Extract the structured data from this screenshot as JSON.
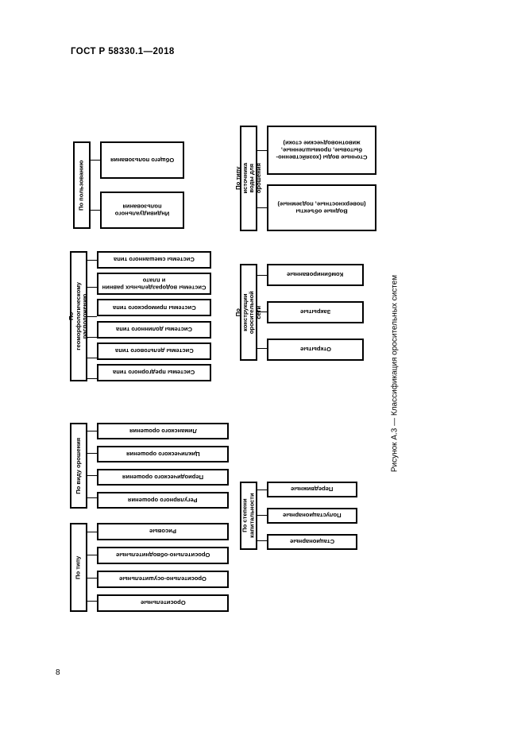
{
  "document": {
    "standard_header": "ГОСТ Р 58330.1—2018",
    "page_number": "8",
    "figure_caption": "Рисунок А.3 — Классификация оросительных систем"
  },
  "figure": {
    "groups": [
      {
        "id": "usage",
        "category": "По пользованию",
        "items": [
          "Общего пользования",
          "Индивидуального пользования"
        ]
      },
      {
        "id": "water",
        "category": "По типу источника воды для орошения",
        "items": [
          "Сточные воды (хозяйственно-бытовые, промышленные, животноводческие стоки)",
          "Водные объекты (поверхностные, подземные)"
        ]
      },
      {
        "id": "geo",
        "category": "По геоморфологическому расположению",
        "items": [
          "Системы смешанного типа",
          "Системы водораздельных равнин и плато",
          "Системы приморского типа",
          "Системы долинного типа",
          "Системы дельтового типа",
          "Системы предгорного типа"
        ]
      },
      {
        "id": "net",
        "category": "По конструкции оросительной сети",
        "items": [
          "Комбинированные",
          "Закрытые",
          "Открытые"
        ]
      },
      {
        "id": "irrigation",
        "category": "По виду орошения",
        "items": [
          "Лиманского орошения",
          "Циклического орошения",
          "Периодического орошения",
          "Регулярного орошения"
        ]
      },
      {
        "id": "type",
        "category": "По типу",
        "items": [
          "Рисовые",
          "Оросительно-обводнительные",
          "Оросительно-осушительные",
          "Оросительные"
        ]
      },
      {
        "id": "capital",
        "category": "По степени капитальности",
        "items": [
          "Передвижные",
          "Полустационарные",
          "Стационарные"
        ]
      }
    ]
  },
  "colors": {
    "ink": "#000000",
    "paper": "#ffffff"
  }
}
